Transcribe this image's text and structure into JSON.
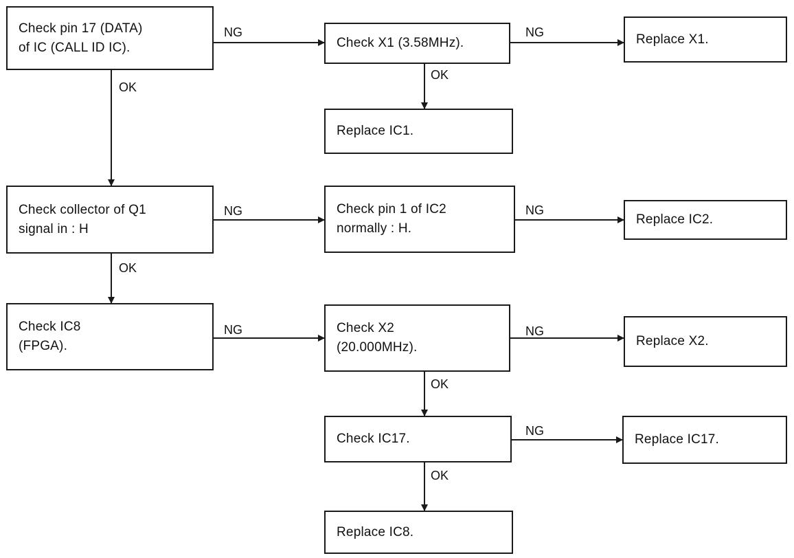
{
  "boxes": {
    "check_pin17": "Check pin 17 (DATA)\nof IC (CALL ID IC).",
    "check_x1": "Check X1 (3.58MHz).",
    "replace_x1": "Replace X1.",
    "replace_ic1": "Replace IC1.",
    "check_q1": "Check collector of Q1\nsignal in : H",
    "check_ic2_pin1": "Check pin 1 of IC2\nnormally : H.",
    "replace_ic2": "Replace IC2.",
    "check_ic8": "Check IC8\n(FPGA).",
    "check_x2": "Check X2\n(20.000MHz).",
    "replace_x2": "Replace X2.",
    "check_ic17": "Check IC17.",
    "replace_ic17": "Replace IC17.",
    "replace_ic8": "Replace IC8."
  },
  "labels": {
    "ng": "NG",
    "ok": "OK"
  },
  "colors": {
    "line": "#1a1a1a"
  }
}
